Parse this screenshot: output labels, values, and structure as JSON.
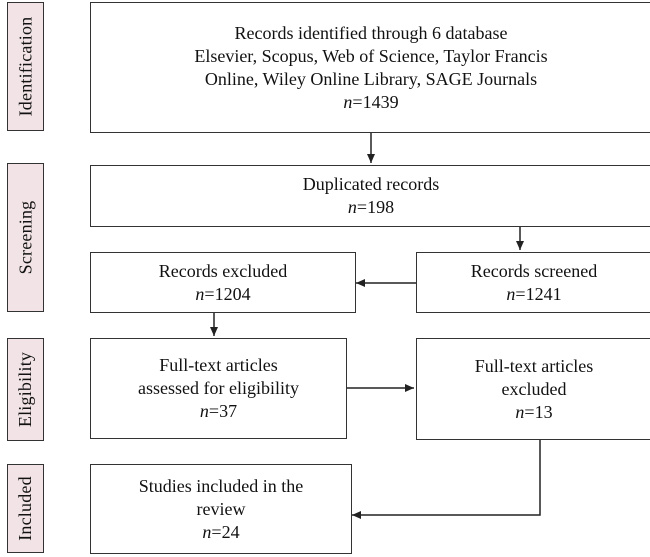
{
  "phases": {
    "identification": "Identification",
    "screening": "Screening",
    "eligibility": "Eligibility",
    "included": "Included"
  },
  "boxes": {
    "identified": {
      "lines": [
        "Records identified through 6 database",
        "Elsevier, Scopus, Web of Science, Taylor Francis",
        "Online, Wiley Online Library, SAGE Journals"
      ],
      "n_label": "n",
      "n_value": "=1439"
    },
    "duplicates": {
      "lines": [
        "Duplicated records"
      ],
      "n_label": "n",
      "n_value": "=198"
    },
    "screened": {
      "lines": [
        "Records screened"
      ],
      "n_label": "n",
      "n_value": "=1241"
    },
    "excluded": {
      "lines": [
        "Records excluded"
      ],
      "n_label": "n",
      "n_value": "=1204"
    },
    "assessed": {
      "lines": [
        "Full-text articles",
        "assessed for eligibility"
      ],
      "n_label": "n",
      "n_value": "=37"
    },
    "fulltext_excluded": {
      "lines": [
        "Full-text articles",
        "excluded"
      ],
      "n_label": "n",
      "n_value": "=13"
    },
    "included": {
      "lines": [
        "Studies included in the",
        "review"
      ],
      "n_label": "n",
      "n_value": "=24"
    }
  }
}
